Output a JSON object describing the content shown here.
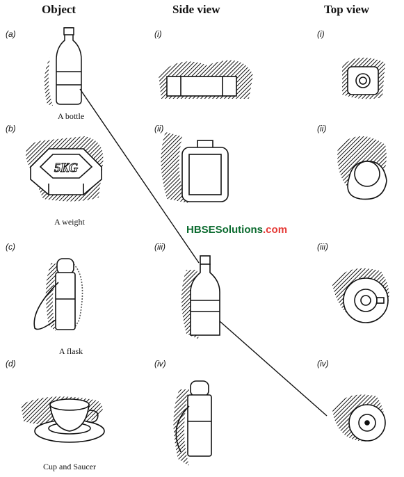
{
  "headers": {
    "object": "Object",
    "side": "Side view",
    "top": "Top view"
  },
  "object_labels": [
    "(a)",
    "(b)",
    "(c)",
    "(d)"
  ],
  "side_labels": [
    "(i)",
    "(ii)",
    "(iii)",
    "(iv)"
  ],
  "top_labels": [
    "(i)",
    "(ii)",
    "(iii)",
    "(iv)"
  ],
  "captions": {
    "bottle": "A bottle",
    "weight": "A weight",
    "flask": "A flask",
    "cup": "Cup and Saucer"
  },
  "weight_marking": "5KG",
  "watermark": {
    "part1": "HBSESolutions",
    "part2": ".com"
  },
  "colors": {
    "ink": "#111111",
    "watermark_green": "#0b6b2f",
    "watermark_red": "#e53935"
  }
}
